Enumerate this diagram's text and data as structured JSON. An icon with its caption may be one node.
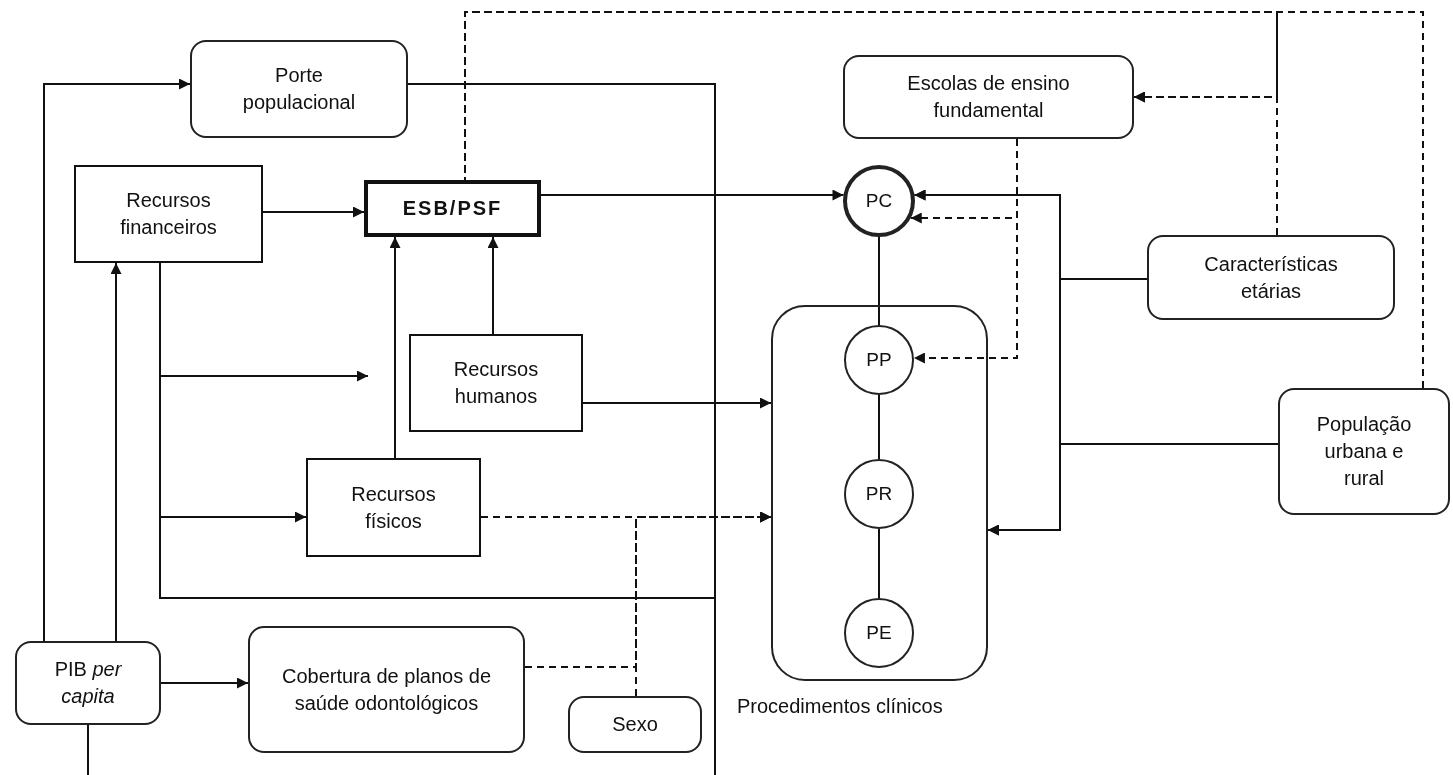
{
  "diagram": {
    "nodes": [
      {
        "text": [
          "Porte populacional"
        ]
      },
      {
        "text": [
          "Recursos financeiros"
        ]
      },
      {
        "text": [
          "ESB/PSF"
        ]
      },
      {
        "text": [
          "Escolas de ensino fundamental"
        ]
      },
      {
        "text": [
          "PC"
        ]
      },
      {
        "text": [
          "Características etárias"
        ]
      },
      {
        "text": [
          "Procedimentos clínicos"
        ]
      },
      {
        "text": [
          "PP"
        ],
        "in": 6
      },
      {
        "text": [
          "PR"
        ],
        "in": 6
      },
      {
        "text": [
          "PE"
        ],
        "in": 6
      },
      {
        "text": [
          "Recursos humanos"
        ]
      },
      {
        "text": [
          "População urbana e rural"
        ]
      },
      {
        "text": [
          "Recursos físicos"
        ]
      },
      {
        "text": [
          "PIB *per capita*"
        ]
      },
      {
        "text": [
          "Cobertura de planos de saúde odontológicos"
        ]
      },
      {
        "text": [
          "Sexo"
        ]
      }
    ],
    "edges": [
      {
        "from": 13,
        "to": 0,
        "arrow": "to"
      },
      {
        "from": 13,
        "to": 1,
        "arrow": "to"
      },
      {
        "from": 13,
        "to": 14,
        "arrow": "to"
      },
      {
        "from": 13,
        "to": null,
        "arrow": "none"
      },
      {
        "from": 0,
        "to": null,
        "arrow": "none"
      },
      {
        "from": 1,
        "to": 2,
        "arrow": "to"
      },
      {
        "from": 1,
        "to": null,
        "arrow": "to"
      },
      {
        "from": 1,
        "to": 12,
        "arrow": "to"
      },
      {
        "from": 1,
        "to": null,
        "arrow": "none"
      },
      {
        "from": 2,
        "to": 4,
        "arrow": "to"
      },
      {
        "from": 12,
        "to": 2,
        "arrow": "to"
      },
      {
        "from": 10,
        "to": 2,
        "arrow": "to"
      },
      {
        "from": 10,
        "to": 6,
        "arrow": "to"
      },
      {
        "from": 12,
        "to": 6,
        "arrow": "to",
        "style": "dashed"
      },
      {
        "from": 15,
        "to": 6,
        "arrow": "to",
        "style": "dashed"
      },
      {
        "from": 14,
        "to": 6,
        "arrow": "to",
        "style": "dashed"
      },
      {
        "from": 4,
        "to": 7,
        "arrow": "none"
      },
      {
        "from": 7,
        "to": 8,
        "arrow": "none"
      },
      {
        "from": 8,
        "to": 9,
        "arrow": "none"
      },
      {
        "from": 5,
        "to": 4,
        "arrow": "to"
      },
      {
        "from": 5,
        "to": 6,
        "arrow": "to"
      },
      {
        "from": 11,
        "to": 4,
        "arrow": "to"
      },
      {
        "from": 11,
        "to": 6,
        "arrow": "to"
      },
      {
        "from": 3,
        "to": 4,
        "arrow": "to",
        "style": "dashed"
      },
      {
        "from": 3,
        "to": 7,
        "arrow": "to",
        "style": "dashed"
      },
      {
        "from": 5,
        "to": 3,
        "arrow": "to",
        "style": "dashed"
      },
      {
        "from": 11,
        "to": 3,
        "arrow": "to",
        "style": "dashed"
      },
      {
        "from": 5,
        "to": 2,
        "arrow": "none",
        "style": "dashed"
      },
      {
        "from": 11,
        "to": 2,
        "arrow": "none",
        "style": "dashed"
      }
    ]
  }
}
